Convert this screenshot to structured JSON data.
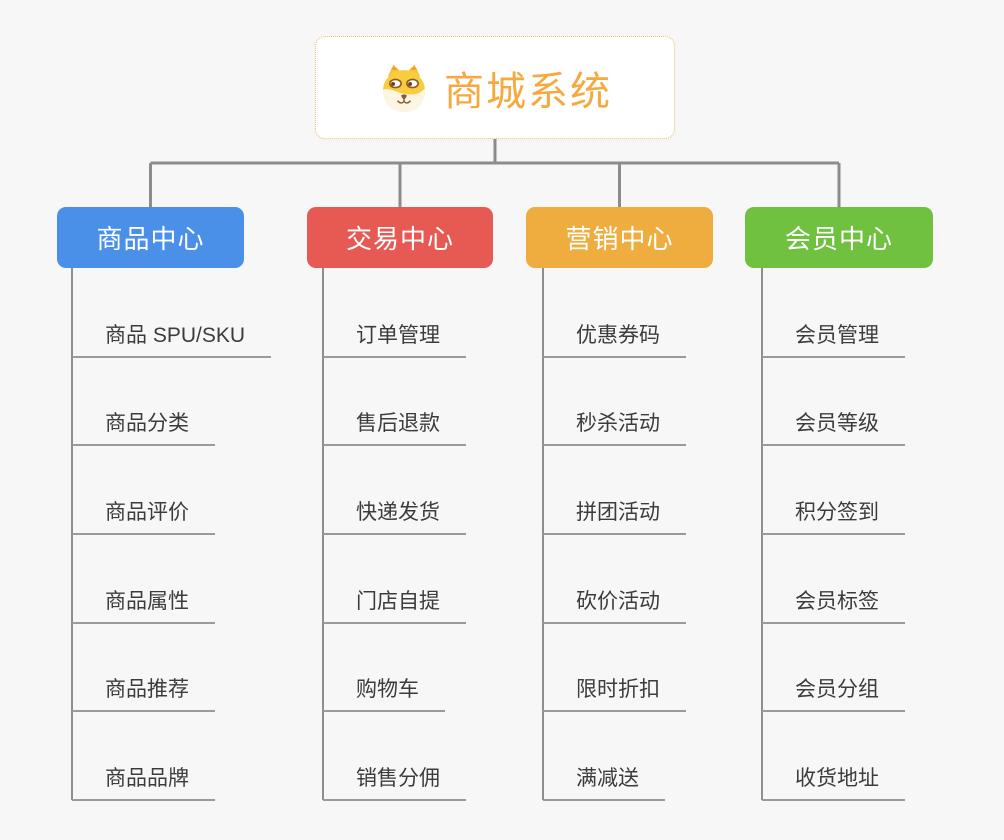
{
  "root": {
    "title": "商城系统",
    "icon": "dog-face-icon",
    "title_color": "#F5A93E",
    "border_color": "#F3BE6B"
  },
  "branches": [
    {
      "label": "商品中心",
      "color": "#4A90E8",
      "children": [
        "商品 SPU/SKU",
        "商品分类",
        "商品评价",
        "商品属性",
        "商品推荐",
        "商品品牌"
      ]
    },
    {
      "label": "交易中心",
      "color": "#E75A54",
      "children": [
        "订单管理",
        "售后退款",
        "快递发货",
        "门店自提",
        "购物车",
        "销售分佣"
      ]
    },
    {
      "label": "营销中心",
      "color": "#EFAD3F",
      "children": [
        "优惠券码",
        "秒杀活动",
        "拼团活动",
        "砍价活动",
        "限时折扣",
        "满减送"
      ]
    },
    {
      "label": "会员中心",
      "color": "#6FC13F",
      "children": [
        "会员管理",
        "会员等级",
        "积分签到",
        "会员标签",
        "会员分组",
        "收货地址"
      ]
    }
  ],
  "colors": {
    "background": "#F7F7F7",
    "connector": "#8C8C8C",
    "underline": "#9A9A9A",
    "item_text": "#3C3C3C"
  }
}
